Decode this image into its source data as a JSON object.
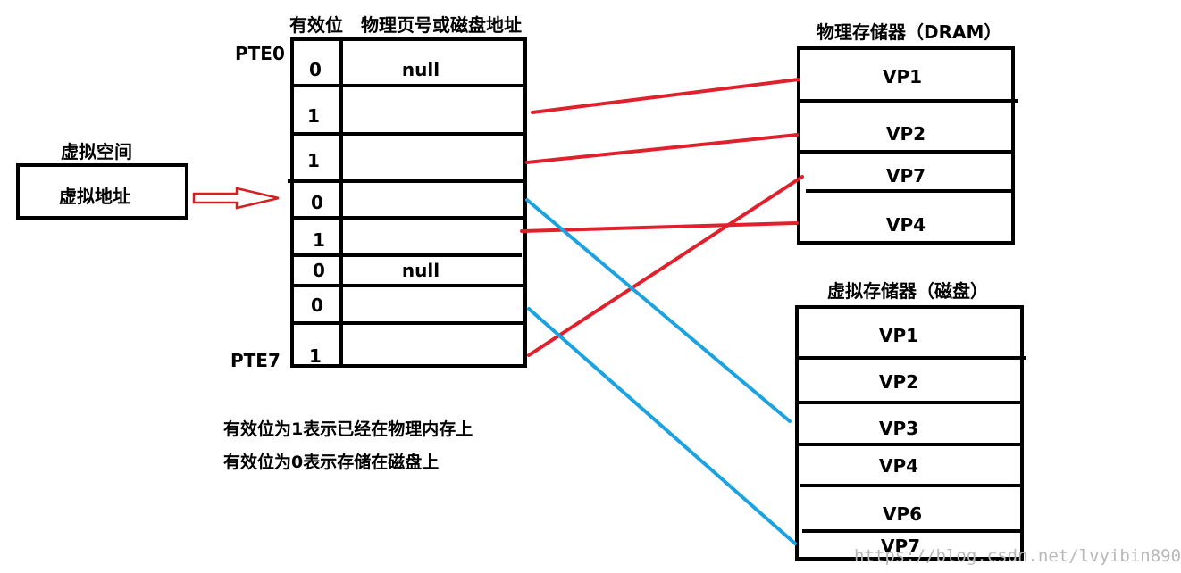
{
  "virtual_space": {
    "title": "虚拟空间",
    "address_label": "虚拟地址"
  },
  "page_table": {
    "col_valid": "有效位",
    "col_addr": "物理页号或磁盘地址",
    "first_label": "PTE0",
    "last_label": "PTE7",
    "rows": [
      {
        "valid": "0",
        "addr": "null"
      },
      {
        "valid": "1",
        "addr": ""
      },
      {
        "valid": "1",
        "addr": ""
      },
      {
        "valid": "0",
        "addr": ""
      },
      {
        "valid": "1",
        "addr": ""
      },
      {
        "valid": "0",
        "addr": "null"
      },
      {
        "valid": "0",
        "addr": ""
      },
      {
        "valid": "1",
        "addr": ""
      }
    ]
  },
  "dram": {
    "title": "物理存储器（DRAM）",
    "pages": [
      "VP1",
      "VP2",
      "VP7",
      "VP4"
    ]
  },
  "disk": {
    "title": "虚拟存储器（磁盘）",
    "pages": [
      "VP1",
      "VP2",
      "VP3",
      "VP4",
      "VP6",
      "VP7"
    ]
  },
  "notes": [
    "有效位为1表示已经在物理内存上",
    "有效位为0表示存储在磁盘上"
  ],
  "watermark": "https://blog.csdn.net/lvyibin890",
  "colors": {
    "to_dram": "#e0202c",
    "to_disk": "#1aa3e0",
    "arrow": "#d42020"
  }
}
